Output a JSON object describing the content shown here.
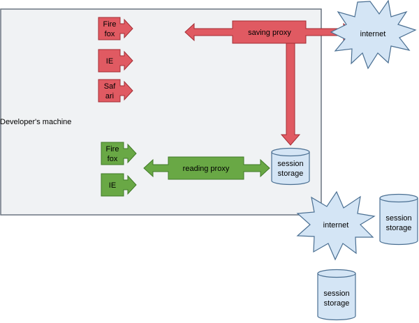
{
  "machine": {
    "label": "Developer's machine"
  },
  "saving_side": {
    "browsers": [
      {
        "lines": [
          "Fire",
          "fox"
        ]
      },
      {
        "lines": [
          "IE"
        ]
      },
      {
        "lines": [
          "Saf",
          "ari"
        ]
      }
    ],
    "proxy_label": "saving proxy",
    "internet_label": "internet"
  },
  "reading_side": {
    "browsers": [
      {
        "lines": [
          "Fire",
          "fox"
        ]
      },
      {
        "lines": [
          "IE"
        ]
      }
    ],
    "proxy_label": "reading proxy"
  },
  "storage": {
    "lines": [
      "session",
      "storage"
    ]
  },
  "outside": {
    "internet_label": "internet",
    "storage_right_lines": [
      "session",
      "storage"
    ],
    "storage_bottom_lines": [
      "session",
      "storage"
    ]
  },
  "colors": {
    "red_fill": "#e05a62",
    "red_stroke": "#a32c33",
    "green_fill": "#69a845",
    "green_stroke": "#3f7a26",
    "blue_fill": "#d4e5f5",
    "blue_stroke": "#4a6f92",
    "machine_fill": "#f0f2f4",
    "machine_stroke": "#6a7480"
  }
}
